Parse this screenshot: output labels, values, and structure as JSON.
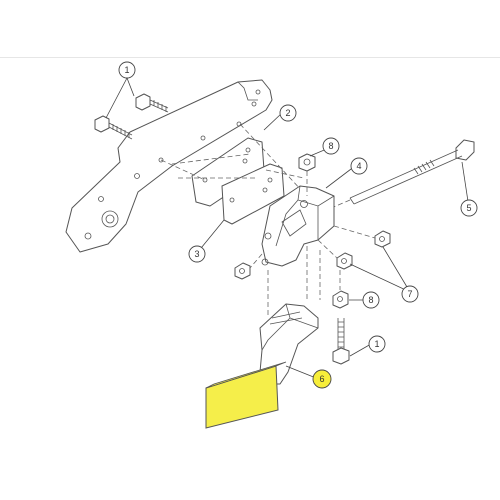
{
  "colors": {
    "highlight": "#f5ee4a",
    "line": "#555555",
    "callout_highlight": "#f7ee3a"
  },
  "callouts": [
    {
      "id": "c1-top",
      "label": "1"
    },
    {
      "id": "c2",
      "label": "2"
    },
    {
      "id": "c8-top",
      "label": "8"
    },
    {
      "id": "c4",
      "label": "4"
    },
    {
      "id": "c5",
      "label": "5"
    },
    {
      "id": "c3",
      "label": "3"
    },
    {
      "id": "c7",
      "label": "7"
    },
    {
      "id": "c8-bottom",
      "label": "8"
    },
    {
      "id": "c1-bottom",
      "label": "1"
    },
    {
      "id": "c6",
      "label": "6"
    }
  ]
}
